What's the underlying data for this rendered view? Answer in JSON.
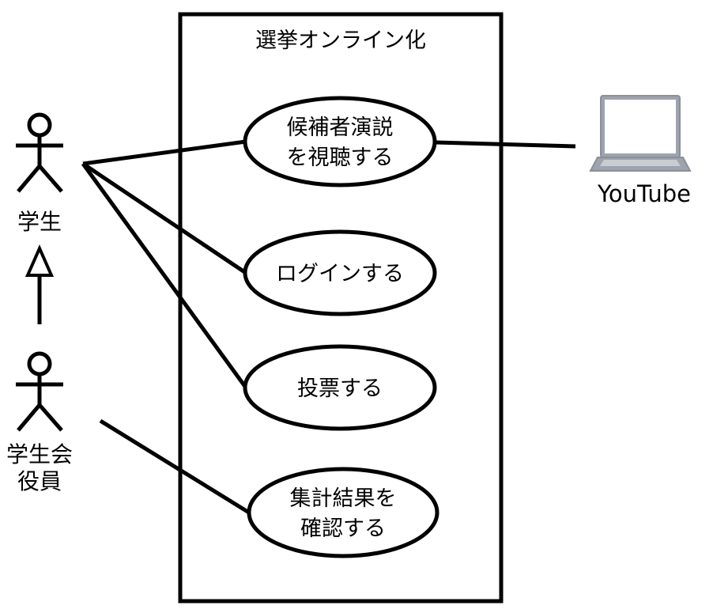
{
  "system": {
    "title": "選挙オンライン化"
  },
  "actors": {
    "student": {
      "label": "学生"
    },
    "council": {
      "label_line1": "学生会",
      "label_line2": "役員"
    },
    "youtube": {
      "label": "YouTube",
      "icon": "laptop-icon"
    }
  },
  "use_cases": {
    "watch_speech": {
      "line1": "候補者演説",
      "line2": "を視聴する"
    },
    "login": {
      "line1": "ログインする"
    },
    "vote": {
      "line1": "投票する"
    },
    "check_results": {
      "line1": "集計結果を",
      "line2": "確認する"
    }
  },
  "colors": {
    "stroke": "#000000",
    "laptop_body": "#9ea3ad",
    "laptop_screen": "#ffffff",
    "laptop_keys": "#c9ccd2"
  }
}
